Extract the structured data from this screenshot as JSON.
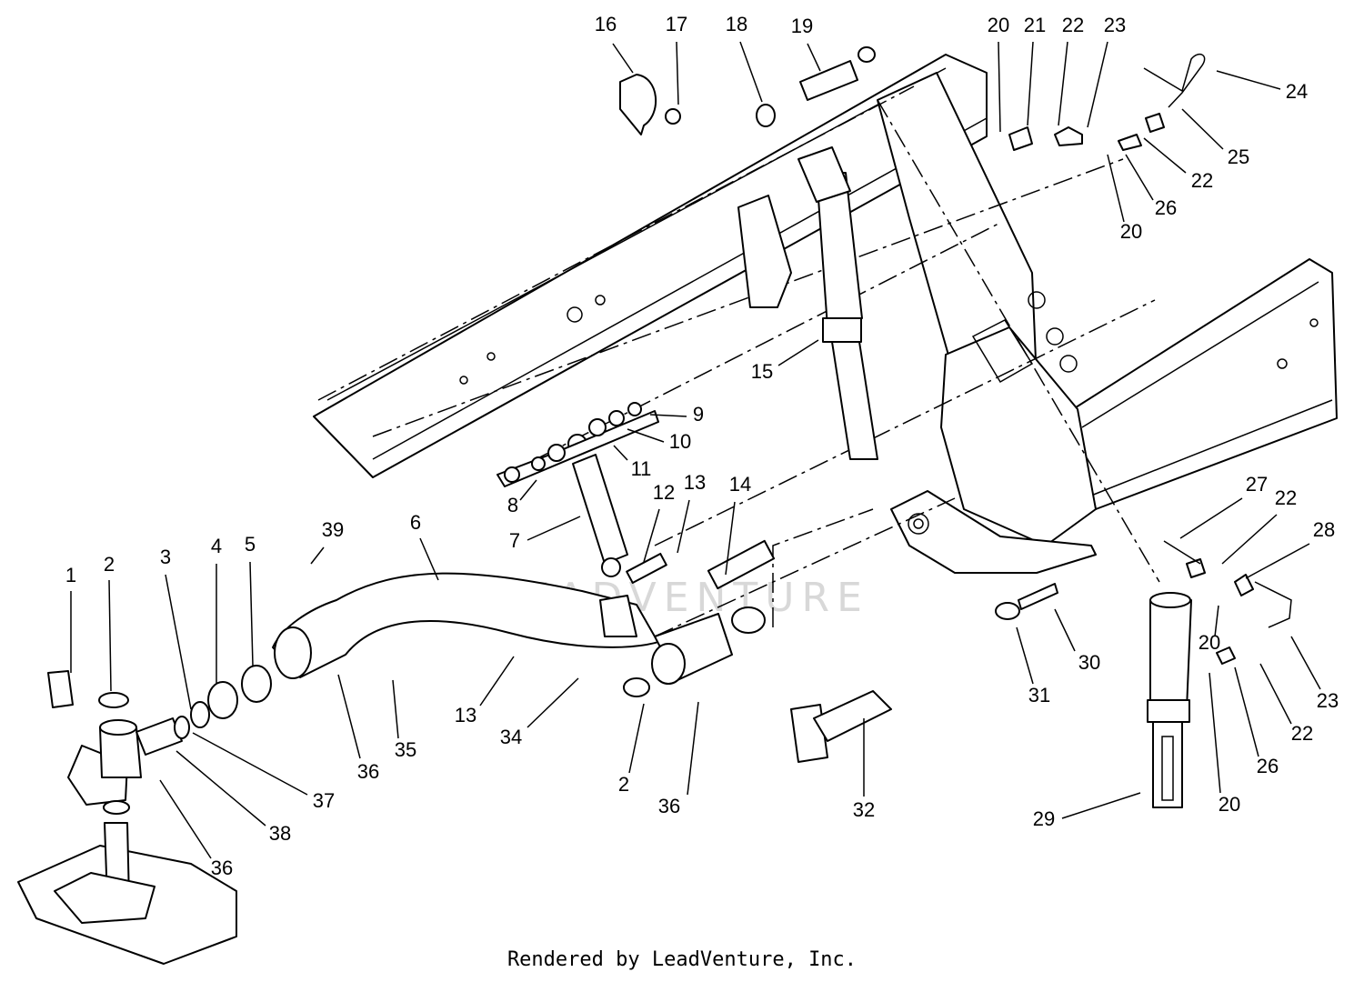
{
  "footer": {
    "credit": "Rendered by LeadVenture, Inc."
  },
  "watermark": {
    "text": "LEADVENTURE"
  },
  "callouts": [
    {
      "label": "1"
    },
    {
      "label": "2"
    },
    {
      "label": "3"
    },
    {
      "label": "4"
    },
    {
      "label": "5"
    },
    {
      "label": "39"
    },
    {
      "label": "6"
    },
    {
      "label": "7"
    },
    {
      "label": "8"
    },
    {
      "label": "9"
    },
    {
      "label": "10"
    },
    {
      "label": "11"
    },
    {
      "label": "12"
    },
    {
      "label": "13"
    },
    {
      "label": "14"
    },
    {
      "label": "15"
    },
    {
      "label": "16"
    },
    {
      "label": "17"
    },
    {
      "label": "18"
    },
    {
      "label": "19"
    },
    {
      "label": "20"
    },
    {
      "label": "21"
    },
    {
      "label": "22"
    },
    {
      "label": "23"
    },
    {
      "label": "24"
    },
    {
      "label": "25"
    },
    {
      "label": "22"
    },
    {
      "label": "26"
    },
    {
      "label": "20"
    },
    {
      "label": "27"
    },
    {
      "label": "22"
    },
    {
      "label": "28"
    },
    {
      "label": "20"
    },
    {
      "label": "23"
    },
    {
      "label": "22"
    },
    {
      "label": "26"
    },
    {
      "label": "20"
    },
    {
      "label": "29"
    },
    {
      "label": "30"
    },
    {
      "label": "31"
    },
    {
      "label": "32"
    },
    {
      "label": "36"
    },
    {
      "label": "2"
    },
    {
      "label": "34"
    },
    {
      "label": "13"
    },
    {
      "label": "36"
    },
    {
      "label": "35"
    },
    {
      "label": "37"
    },
    {
      "label": "38"
    },
    {
      "label": "36"
    }
  ]
}
